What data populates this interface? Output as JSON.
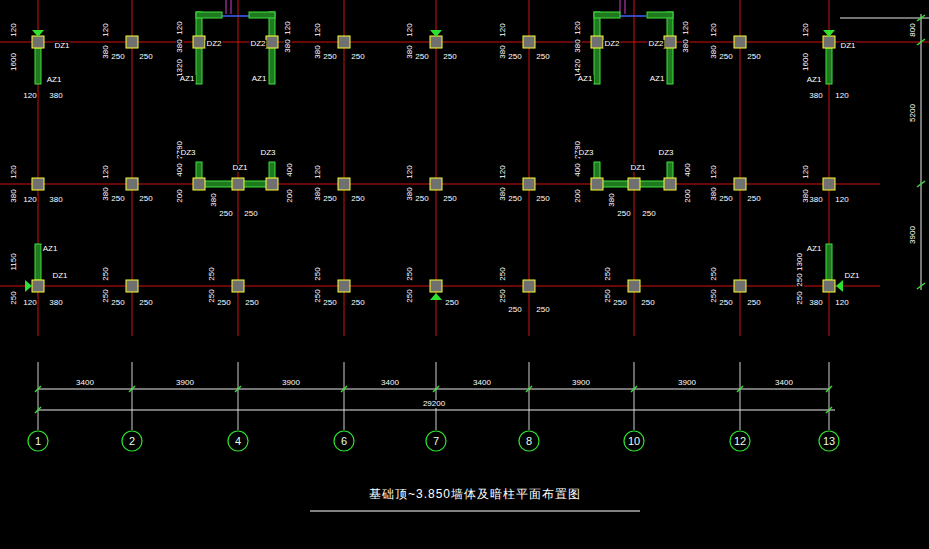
{
  "diagram": {
    "title": "基础顶~3.850墙体及暗柱平面布置图",
    "nodes": [
      {
        "text": [
          "1"
        ]
      },
      {
        "text": [
          "2"
        ]
      },
      {
        "text": [
          "4"
        ]
      },
      {
        "text": [
          "6"
        ]
      },
      {
        "text": [
          "7"
        ]
      },
      {
        "text": [
          "8"
        ]
      },
      {
        "text": [
          "10"
        ]
      },
      {
        "text": [
          "12"
        ]
      },
      {
        "text": [
          "13"
        ]
      }
    ],
    "labels": [
      "120",
      "1600",
      "120",
      "380",
      "DZ1",
      "AZ1",
      "120",
      "380",
      "250",
      "250",
      "120",
      "380",
      "1320",
      "DZ2",
      "DZ2",
      "AZ1",
      "AZ1",
      "120",
      "380",
      "2780",
      "120",
      "380",
      "250",
      "250",
      "120",
      "380",
      "250",
      "250",
      "120",
      "380",
      "250",
      "250",
      "120",
      "380",
      "1420",
      "DZ2",
      "DZ2",
      "AZ1",
      "AZ1",
      "120",
      "380",
      "2780",
      "120",
      "380",
      "250",
      "250",
      "DZ1",
      "120",
      "1600",
      "380",
      "120",
      "AZ1",
      "120",
      "380",
      "120",
      "380",
      "120",
      "380",
      "250",
      "250",
      "DZ3",
      "DZ1",
      "DZ3",
      "400",
      "200",
      "380",
      "250",
      "250",
      "400",
      "200",
      "120",
      "380",
      "250",
      "250",
      "120",
      "380",
      "250",
      "250",
      "120",
      "380",
      "250",
      "250",
      "DZ3",
      "DZ1",
      "DZ3",
      "400",
      "200",
      "380",
      "250",
      "250",
      "400",
      "200",
      "120",
      "380",
      "250",
      "250",
      "120",
      "380",
      "380",
      "120",
      "AZ1",
      "1150",
      "250",
      "DZ1",
      "120",
      "380",
      "250",
      "250",
      "250",
      "250",
      "250",
      "250",
      "250",
      "250",
      "250",
      "250",
      "250",
      "250",
      "250",
      "250",
      "250",
      "250",
      "250",
      "250",
      "250",
      "250",
      "250",
      "250",
      "250",
      "250",
      "250",
      "250",
      "250",
      "AZ1",
      "1300",
      "250",
      "250",
      "DZ1",
      "380",
      "120",
      "3400",
      "3900",
      "3900",
      "3400",
      "3400",
      "3900",
      "3900",
      "3400",
      "29200",
      "800",
      "5200",
      "3900"
    ]
  }
}
